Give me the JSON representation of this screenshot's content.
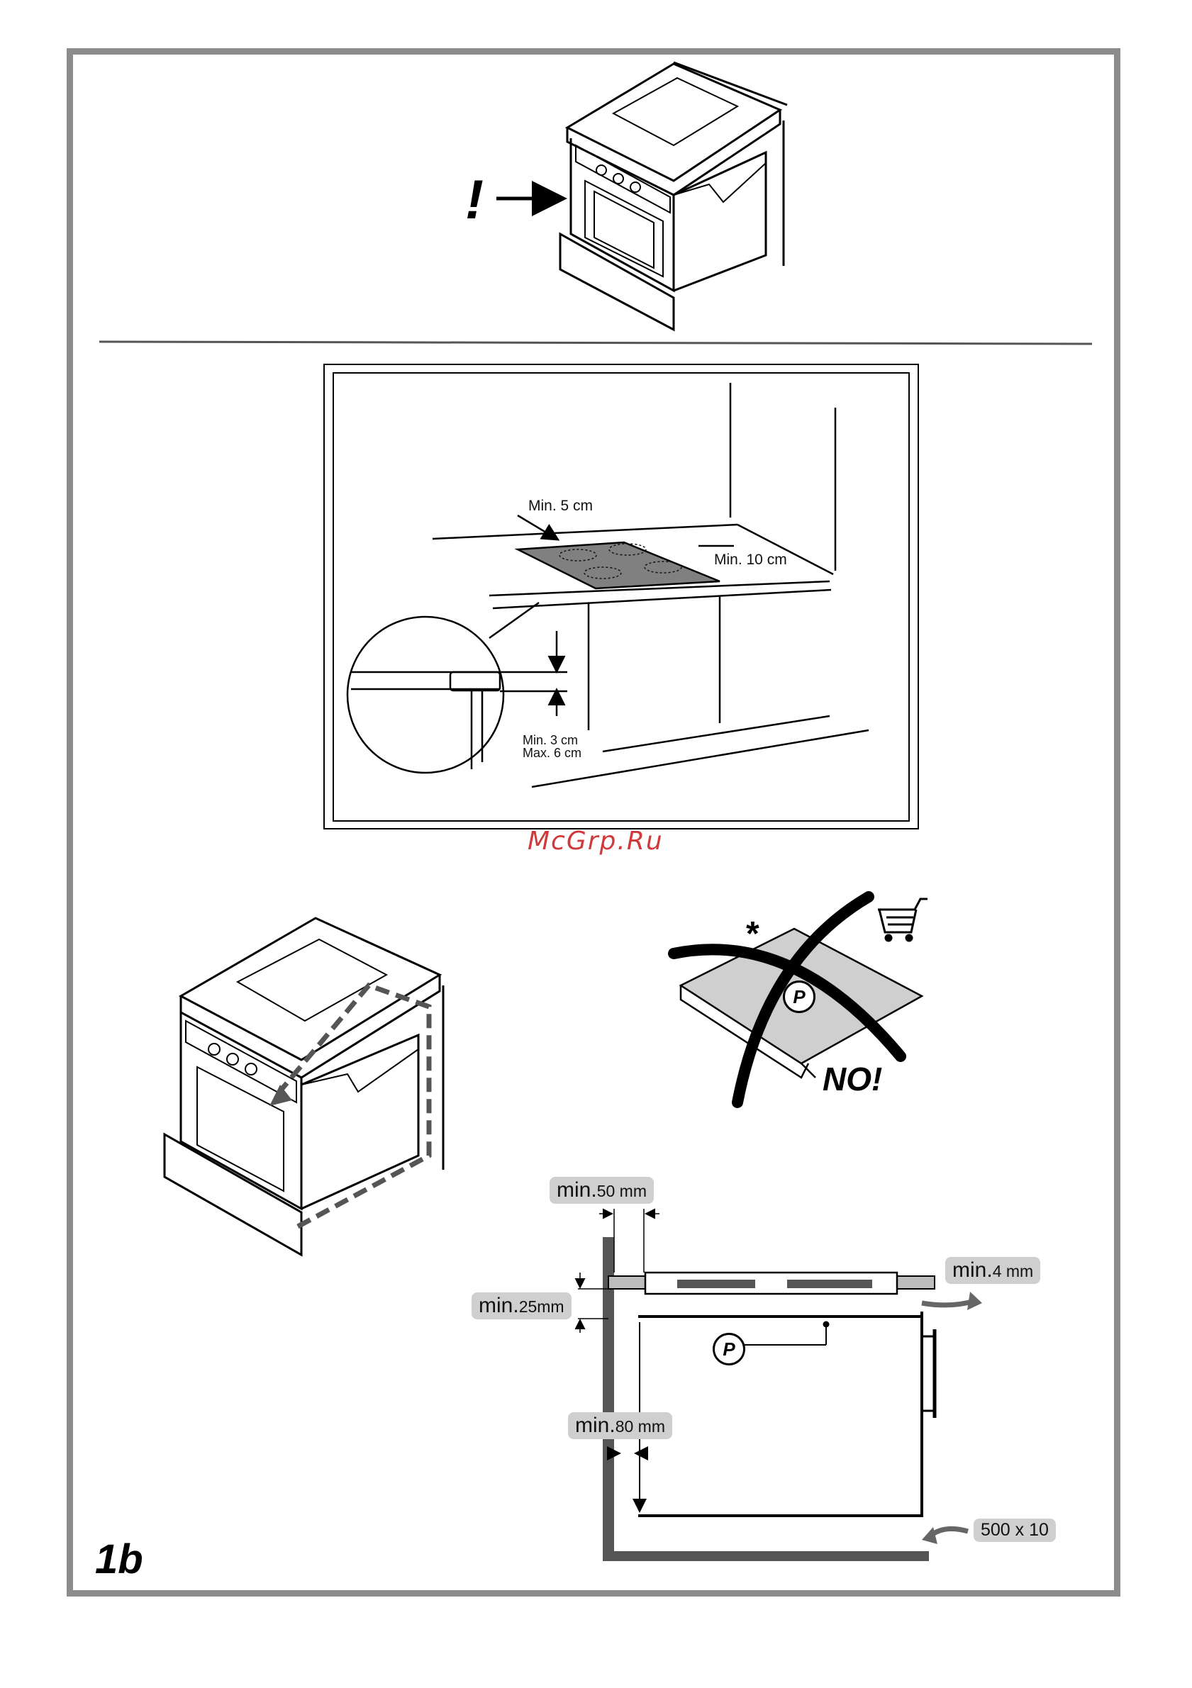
{
  "figure": {
    "label": "1b",
    "watermark": "McGrp.Ru"
  },
  "top_oven": {
    "warning_mark": "!"
  },
  "hob_clearance": {
    "min_back": "Min. 5 cm",
    "min_side": "Min. 10 cm",
    "min_depth": "Min. 3 cm",
    "max_depth": "Max. 6 cm"
  },
  "no_panel": {
    "asterisk": "*",
    "p_label": "P",
    "no_text": "NO!",
    "icon": "shopping-cart-icon"
  },
  "section_diagram": {
    "min50_a": "min.",
    "min50_b": "50 mm",
    "min25_a": "min.",
    "min25_b": "25mm",
    "min4_a": "min.",
    "min4_b": "4 mm",
    "min80_a": "min.",
    "min80_b": "80 mm",
    "vent": "500 x 10",
    "p_label": "P"
  }
}
